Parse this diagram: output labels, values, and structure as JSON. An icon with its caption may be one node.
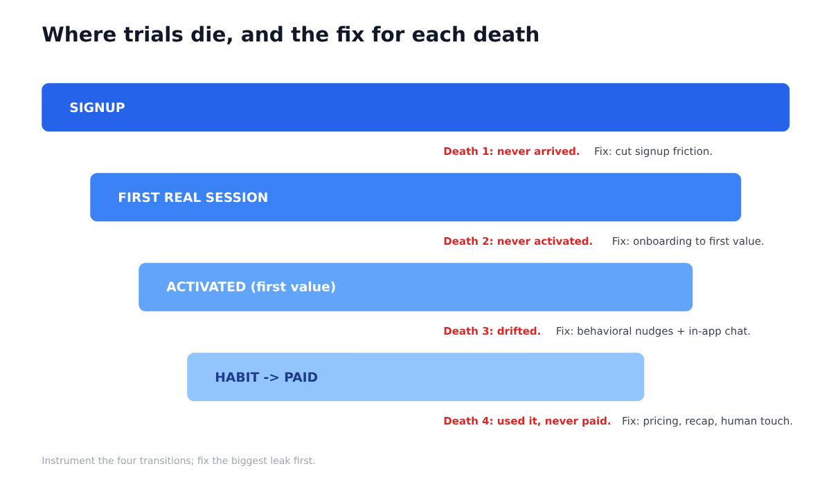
{
  "diagram": {
    "title": "Where trials die, and the fix for each death",
    "caption": "Instrument the four transitions; fix the biggest leak first.",
    "nodes": [
      {
        "text": [
          "SIGNUP"
        ],
        "beside": [
          "Death 1: never arrived.",
          "Fix: cut signup friction."
        ]
      },
      {
        "text": [
          "FIRST REAL SESSION"
        ],
        "beside": [
          "Death 2: never activated.",
          "Fix: onboarding to first value."
        ]
      },
      {
        "text": [
          "ACTIVATED (first value)"
        ],
        "beside": [
          "Death 3: drifted.",
          "Fix: behavioral nudges + in-app chat."
        ]
      },
      {
        "text": [
          "HABIT -> PAID"
        ],
        "beside": [
          "Death 4: used it, never paid.",
          "Fix: pricing, recap, human touch."
        ]
      }
    ],
    "edges": []
  }
}
